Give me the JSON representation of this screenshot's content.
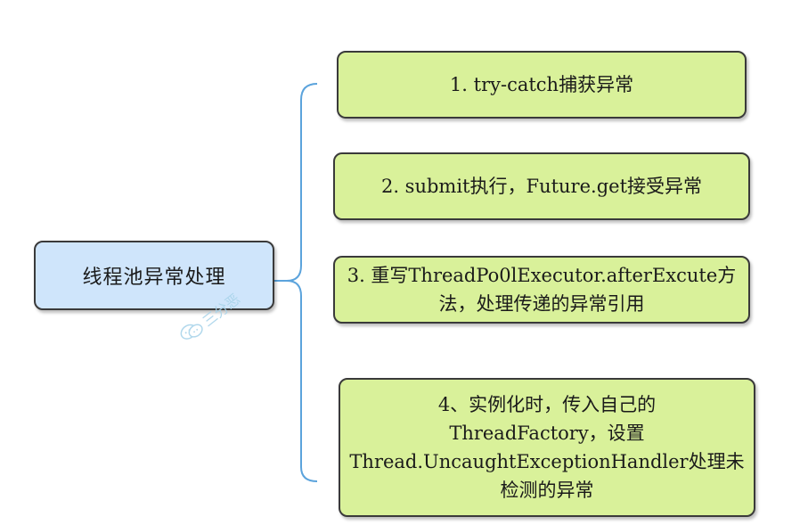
{
  "root": {
    "label": "线程池异常处理"
  },
  "branches": [
    {
      "lines": [
        "1. try-catch捕获异常"
      ]
    },
    {
      "lines": [
        "2. submit执行，Future.get接受异常"
      ]
    },
    {
      "lines": [
        "3. 重写ThreadPo0lExecutor.afterExcute方",
        "法，处理传递的异常引用"
      ]
    },
    {
      "lines": [
        "4、实例化时，传入自己的",
        "ThreadFactory，设置",
        "Thread.UncaughtExceptionHandler处理未",
        "检测的异常"
      ]
    }
  ],
  "watermark": {
    "text": "三分恶",
    "icon": "wechat-icon"
  },
  "colors": {
    "root_fill": "#cfe5fb",
    "leaf_fill": "#d9f19a",
    "connector": "#5ba3dc",
    "border": "#3a3a3a"
  }
}
